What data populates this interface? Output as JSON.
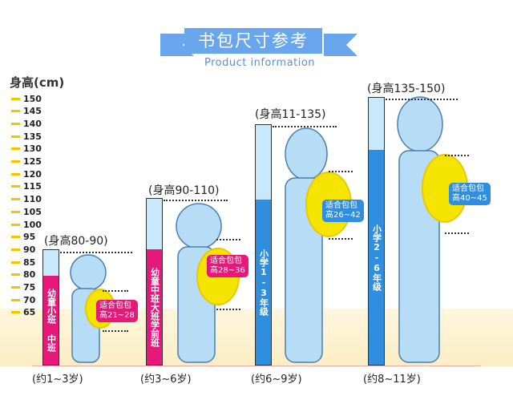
{
  "header": {
    "title": "书包尺寸参考",
    "subtitle": "Product information"
  },
  "axis": {
    "label": "身高(cm)",
    "ticks": [
      "150",
      "145",
      "140",
      "135",
      "130",
      "125",
      "120",
      "115",
      "110",
      "105",
      "100",
      "95",
      "90",
      "85",
      "80",
      "75",
      "70",
      "65"
    ]
  },
  "groups": [
    {
      "height_label": "(身高80-90)",
      "bar_text": "幼童小班 中班",
      "bag_label": "适合包包\n高21~28",
      "age": "(约1~3岁)",
      "color": "#e6197a"
    },
    {
      "height_label": "(身高90-110)",
      "bar_text": "幼童中班大班学前班",
      "bag_label": "适合包包\n高28~36",
      "age": "(约3~6岁)",
      "color": "#e6197a"
    },
    {
      "height_label": "(身高11-135)",
      "bar_text": "小学1-3年级",
      "bag_label": "适合包包\n高26~42",
      "age": "(约6~9岁)",
      "color": "#2f8ee0"
    },
    {
      "height_label": "(身高135-150)",
      "bar_text": "小学2-6年级",
      "bag_label": "适合包包\n高40~45",
      "age": "(约8~11岁)",
      "color": "#2f8ee0"
    }
  ]
}
